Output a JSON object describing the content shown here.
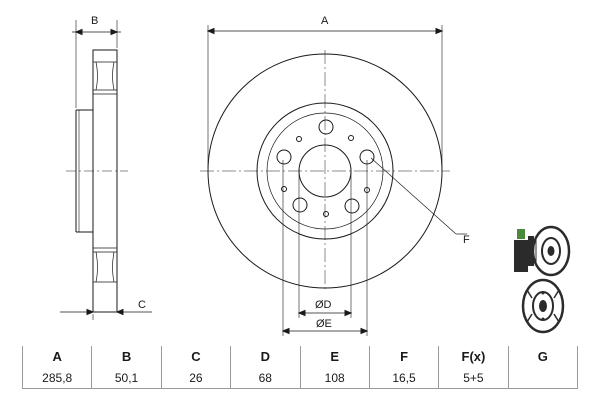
{
  "dimension_labels": {
    "A": "A",
    "B": "B",
    "C": "C",
    "D": "ØD",
    "E": "ØE",
    "F": "F"
  },
  "spec_table": {
    "headers": [
      "A",
      "B",
      "C",
      "D",
      "E",
      "F",
      "F(x)",
      "G"
    ],
    "values": [
      "285,8",
      "50,1",
      "26",
      "68",
      "108",
      "16,5",
      "5+5",
      ""
    ]
  },
  "colors": {
    "line": "#1a1a1a",
    "thumb_dark": "#2b2b2b",
    "thumb_accent": "#4a8a3a"
  },
  "icons": [
    "brake-disc-side-view-icon",
    "brake-disc-3d-icon"
  ]
}
